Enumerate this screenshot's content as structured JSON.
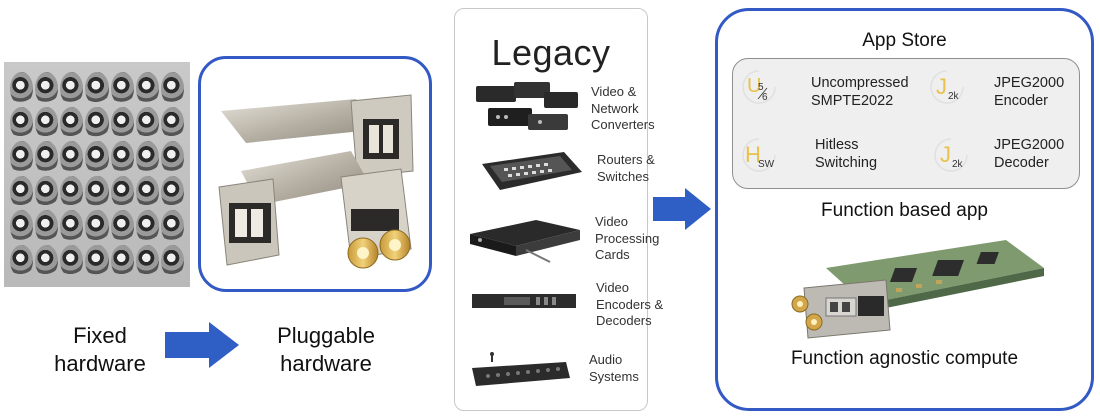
{
  "fixed": {
    "caption": "Fixed\nhardware"
  },
  "pluggable": {
    "caption": "Pluggable\nhardware"
  },
  "legacy": {
    "title": "Legacy",
    "items": [
      {
        "label": "Video &\nNetwork\nConverters"
      },
      {
        "label": "Routers &\nSwitches"
      },
      {
        "label": "Video\nProcessing\nCards"
      },
      {
        "label": "Video\nEncoders &\nDecoders"
      },
      {
        "label": "Audio\nSystems"
      }
    ]
  },
  "appstore": {
    "title": "App Store",
    "apps": [
      {
        "label": "Uncompressed\nSMPTE2022",
        "icon": "u-5-6-icon"
      },
      {
        "label": "JPEG2000\nEncoder",
        "icon": "j-2k-icon"
      },
      {
        "label": "Hitless\nSwitching",
        "icon": "h-sw-icon"
      },
      {
        "label": "JPEG2000\nDecoder",
        "icon": "j-2k-icon"
      }
    ],
    "function_based": "Function based app",
    "function_agnostic": "Function agnostic compute"
  },
  "colors": {
    "accent_blue": "#3359c4",
    "icon_gold": "#e8c24a"
  }
}
